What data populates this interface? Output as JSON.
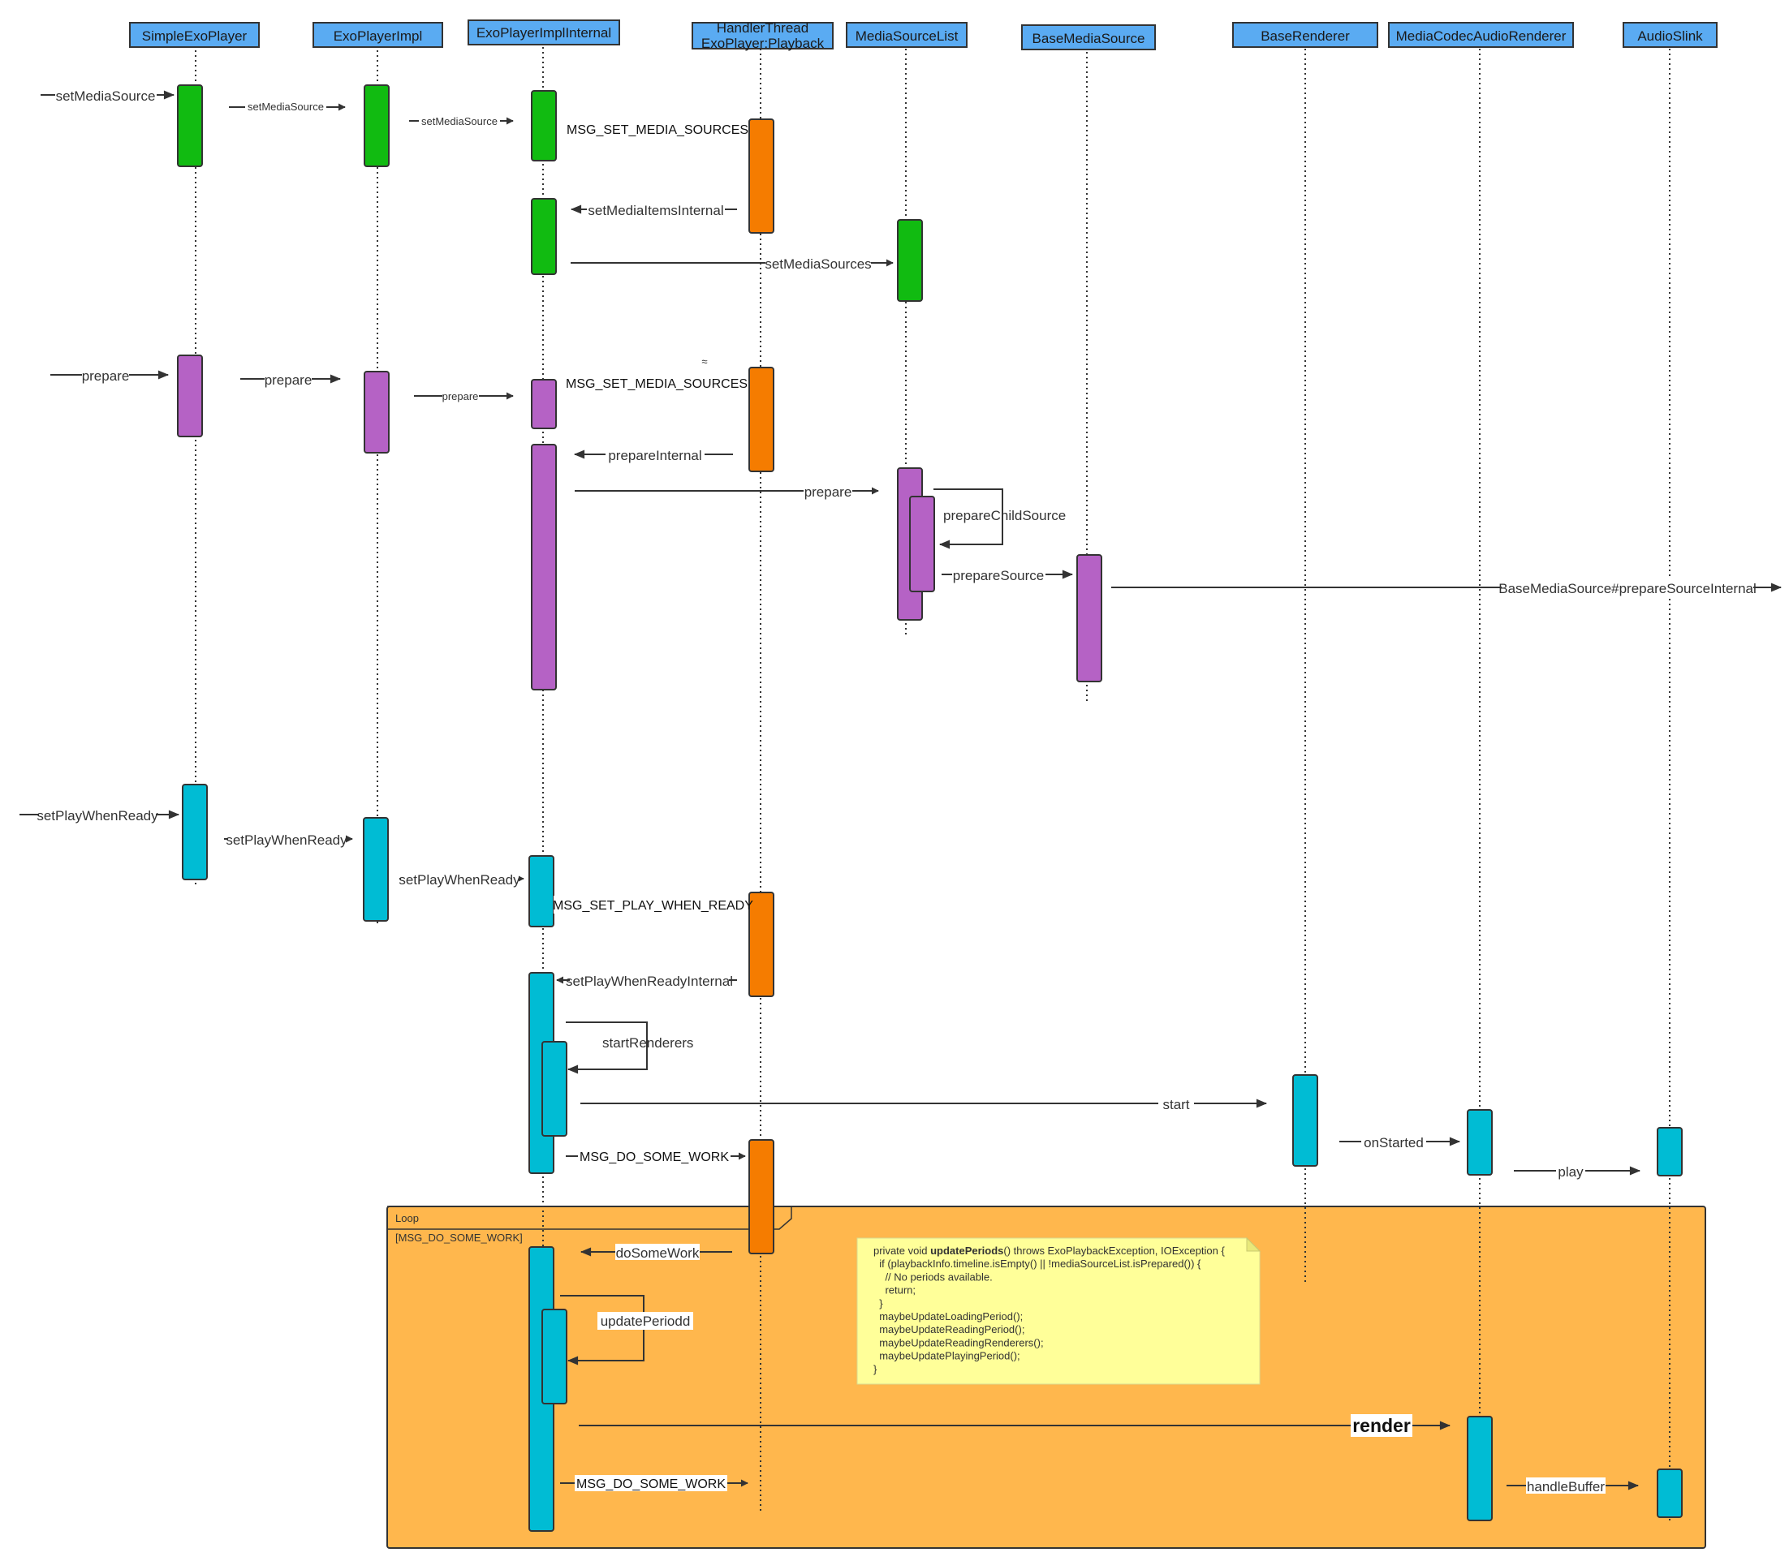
{
  "colors": {
    "header_fill": "#5aabf2",
    "header_stroke": "#333333",
    "green": "#11bb11",
    "purple": "#b562c5",
    "cyan": "#00bcd4",
    "orange": "#f57c00",
    "loop_fill": "#ffb74d",
    "note_fill": "#ffff99",
    "line": "#333333"
  },
  "lifelines": [
    {
      "id": "simple",
      "label": "SimpleExoPlayer"
    },
    {
      "id": "impl",
      "label": "ExoPlayerImpl"
    },
    {
      "id": "internal",
      "label": "ExoPlayerImplInternal"
    },
    {
      "id": "handler",
      "label": "HandlerThread ExoPlayer:Playback",
      "lines": [
        "HandlerThread",
        "ExoPlayer:Playback"
      ]
    },
    {
      "id": "msl",
      "label": "MediaSourceList"
    },
    {
      "id": "bms",
      "label": "BaseMediaSource"
    },
    {
      "id": "br",
      "label": "BaseRenderer"
    },
    {
      "id": "mcar",
      "label": "MediaCodecAudioRenderer"
    },
    {
      "id": "sink",
      "label": "AudioSlink"
    }
  ],
  "messages": {
    "set_media_source_1": "setMediaSource",
    "set_media_source_2": "setMediaSource",
    "set_media_source_3": "setMediaSource",
    "msg_set_media_sources_1": "MSG_SET_MEDIA_SOURCES",
    "set_media_items_internal": "setMediaItemsInternal",
    "set_media_sources": "setMediaSources",
    "prepare_1": "prepare",
    "prepare_2": "prepare",
    "prepare_3": "prepare",
    "msg_set_media_sources_2": "MSG_SET_MEDIA_SOURCES",
    "approx_mark": "≈",
    "prepare_internal": "prepareInternal",
    "prepare_4": "prepare",
    "prepare_child_source": "prepareChildSource",
    "prepare_source": "prepareSource",
    "prepare_source_internal": "BaseMediaSource#prepareSourceInternal",
    "set_play_when_ready_1": "setPlayWhenReady",
    "set_play_when_ready_2": "setPlayWhenReady",
    "set_play_when_ready_3": "setPlayWhenReady",
    "msg_set_play_when_ready": "MSG_SET_PLAY_WHEN_READY",
    "set_play_when_ready_internal": "setPlayWhenReadyInternal",
    "start_renderers": "startRenderers",
    "start": "start",
    "on_started": "onStarted",
    "play": "play",
    "msg_do_some_work_1": "MSG_DO_SOME_WORK",
    "do_some_work": "doSomeWork",
    "update_periods": "updatePeriodd",
    "render": "render",
    "msg_do_some_work_2": "MSG_DO_SOME_WORK",
    "handle_buffer": "handleBuffer"
  },
  "loop": {
    "label": "Loop",
    "guard": "[MSG_DO_SOME_WORK]"
  },
  "note": {
    "lines": [
      {
        "pre": "private void ",
        "bold": "updatePeriods",
        "post": "() throws ExoPlaybackException, IOException {"
      },
      {
        "pre": "  if (playbackInfo.timeline.isEmpty() || !mediaSourceList.isPrepared()) {",
        "bold": "",
        "post": ""
      },
      {
        "pre": "    // No periods available.",
        "bold": "",
        "post": ""
      },
      {
        "pre": "    return;",
        "bold": "",
        "post": ""
      },
      {
        "pre": "  }",
        "bold": "",
        "post": ""
      },
      {
        "pre": "  maybeUpdateLoadingPeriod();",
        "bold": "",
        "post": ""
      },
      {
        "pre": "  maybeUpdateReadingPeriod();",
        "bold": "",
        "post": ""
      },
      {
        "pre": "  maybeUpdateReadingRenderers();",
        "bold": "",
        "post": ""
      },
      {
        "pre": "  maybeUpdatePlayingPeriod();",
        "bold": "",
        "post": ""
      },
      {
        "pre": "}",
        "bold": "",
        "post": ""
      }
    ]
  }
}
